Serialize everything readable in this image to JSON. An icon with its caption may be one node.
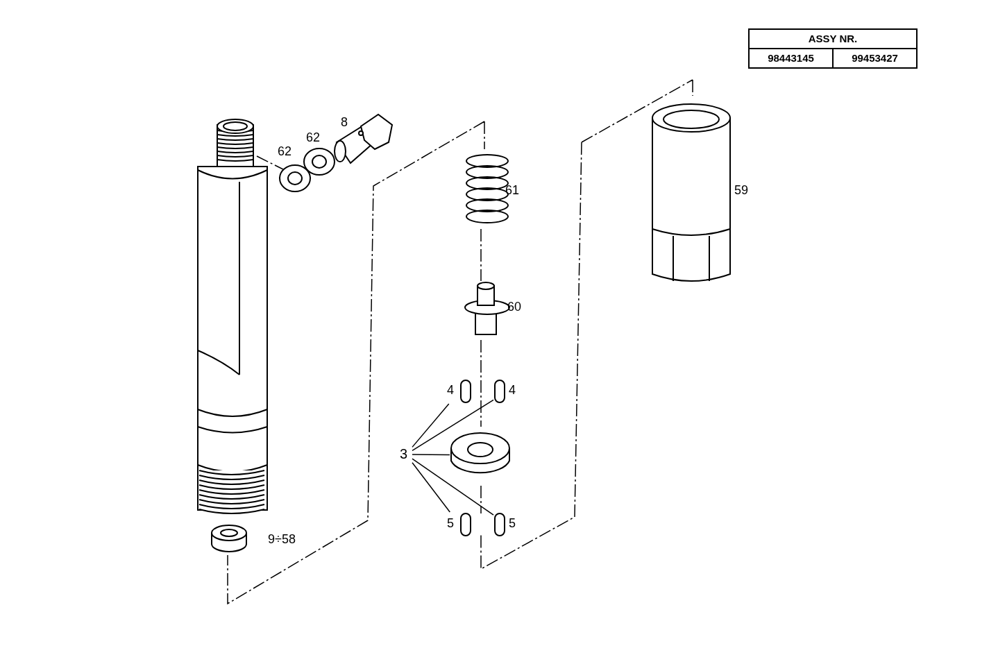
{
  "diagram": {
    "nodes": [
      {
        "text": [
          "3"
        ]
      },
      {
        "text": [],
        "shape": "box",
        "beside": [
          "4"
        ]
      },
      {
        "text": [],
        "shape": "box",
        "beside": [
          "4"
        ]
      },
      {
        "text": [],
        "shape": "picture"
      },
      {
        "text": [],
        "shape": "box",
        "beside": [
          "5"
        ]
      },
      {
        "text": [],
        "shape": "box",
        "beside": [
          "5"
        ]
      }
    ],
    "edges": [
      {
        "from": 0,
        "to": 1,
        "arrow": "none"
      },
      {
        "from": 0,
        "to": 2,
        "arrow": "none"
      },
      {
        "from": 0,
        "to": 3,
        "arrow": "none"
      },
      {
        "from": 0,
        "to": 4,
        "arrow": "none"
      },
      {
        "from": 0,
        "to": 5,
        "arrow": "none"
      }
    ],
    "labels": [
      "ASSY NR.",
      "98443145",
      "99453427",
      "8",
      "62",
      "62",
      "61",
      "59",
      "60",
      "9÷58"
    ]
  }
}
